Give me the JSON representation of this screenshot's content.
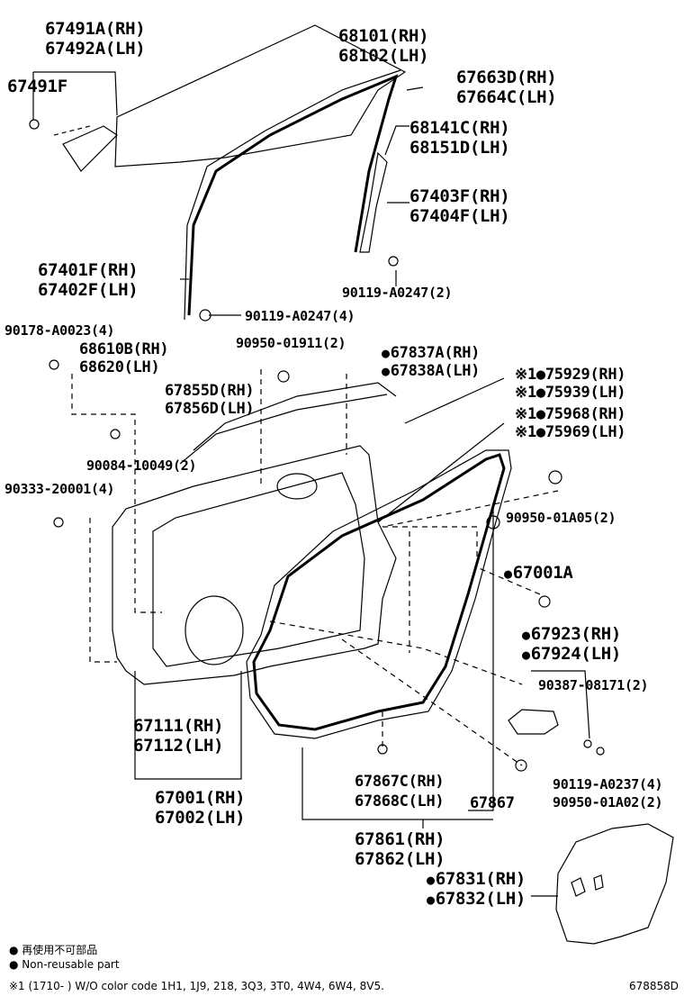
{
  "parts": {
    "p67491A": "67491A(RH)",
    "p67492A": "67492A(LH)",
    "p67491F": "67491F",
    "p68101": "68101(RH)",
    "p68102": "68102(LH)",
    "p67663D": "67663D(RH)",
    "p67664C": "67664C(LH)",
    "p68141C": "68141C(RH)",
    "p68151D": "68151D(LH)",
    "p67403F": "67403F(RH)",
    "p67404F": "67404F(LH)",
    "p67401F": "67401F(RH)",
    "p67402F": "67402F(LH)",
    "p90119a": "90119-A0247(2)",
    "p90119b": "90119-A0247(4)",
    "p90178": "90178-A0023(4)",
    "p68610B": "68610B(RH)",
    "p68620": "68620(LH)",
    "p90950a": "90950-01911(2)",
    "p67837A": "67837A(RH)",
    "p67838A": "67838A(LH)",
    "p75929": "※1●75929(RH)",
    "p75939": "※1●75939(LH)",
    "p75968": "※1●75968(RH)",
    "p75969": "※1●75969(LH)",
    "p67855D": "67855D(RH)",
    "p67856D": "67856D(LH)",
    "p90084": "90084-10049(2)",
    "p90333": "90333-20001(4)",
    "p90950b": "90950-01A05(2)",
    "p67001A": "67001A",
    "p67923": "67923(RH)",
    "p67924": "67924(LH)",
    "p90387": "90387-08171(2)",
    "p67111": "67111(RH)",
    "p67112": "67112(LH)",
    "p67867C": "67867C(RH)",
    "p67868C": "67868C(LH)",
    "p67867": "67867",
    "p90119c": "90119-A0237(4)",
    "p90950c": "90950-01A02(2)",
    "p67001": "67001(RH)",
    "p67002": "67002(LH)",
    "p67861": "67861(RH)",
    "p67862": "67862(LH)",
    "p67831": "67831(RH)",
    "p67832": "67832(LH)"
  },
  "legend": {
    "line1": "● 再使用不可部品",
    "line2": "● Non-reusable part",
    "footnote": "※1 (1710-     ) W/O color code 1H1, 1J9, 218, 3Q3, 3T0, 4W4, 6W4, 8V5."
  },
  "figure_number": "678858D"
}
